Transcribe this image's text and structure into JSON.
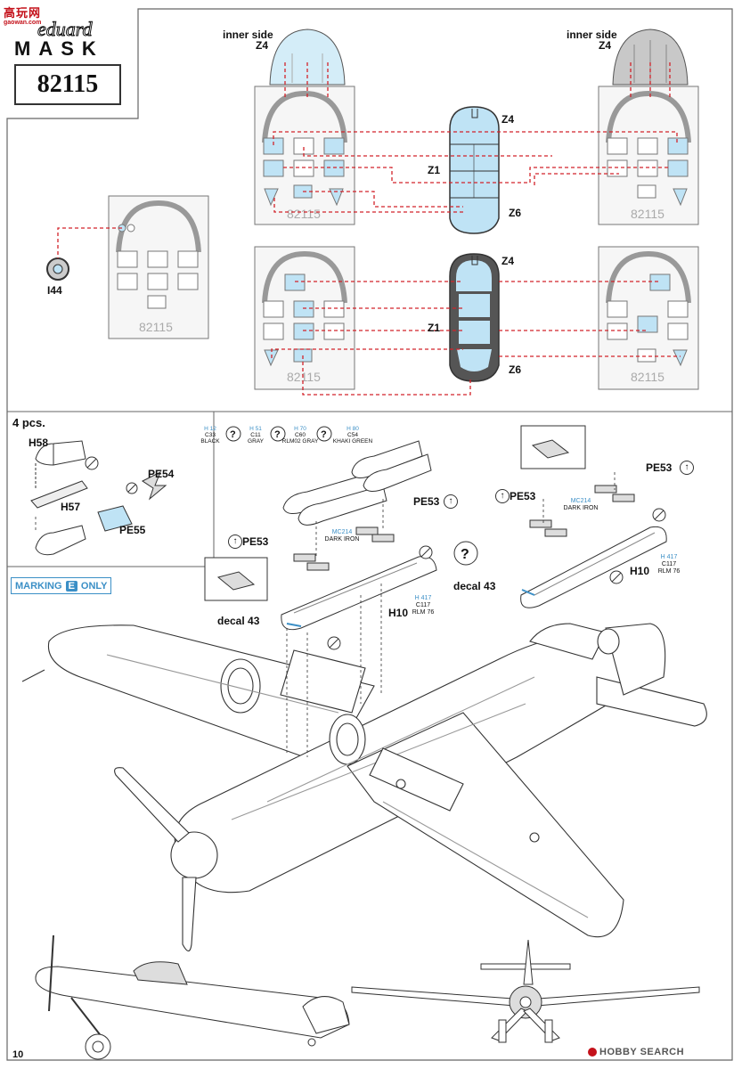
{
  "watermark": {
    "site_title": "高玩网",
    "site_url": "gaowan.com"
  },
  "brand": {
    "eduard": "eduard",
    "mask": "MASK",
    "product_code": "82115"
  },
  "mask_sheet": {
    "inner_side_label_left": "inner side",
    "inner_side_label_right": "inner side",
    "part_z4_top_left": "Z4",
    "part_z4_top_right": "Z4",
    "part_z4_canopy_1": "Z4",
    "part_z1_canopy_1": "Z1",
    "part_z6_canopy_1": "Z6",
    "part_z4_canopy_2": "Z4",
    "part_z1_canopy_2": "Z1",
    "part_z6_canopy_2": "Z6",
    "part_i44": "I44",
    "sheet_code": "82115"
  },
  "stores": {
    "quantity": "4 pcs.",
    "h58": "H58",
    "h57": "H57",
    "pe54": "PE54",
    "pe55": "PE55"
  },
  "paints": [
    {
      "h": "H 12",
      "c": "C33",
      "name": "BLACK"
    },
    {
      "h": "H 51",
      "c": "C11",
      "name": "GRAY"
    },
    {
      "h": "H 70",
      "c": "C60",
      "name": "RLM02 GRAY"
    },
    {
      "h": "H 80",
      "c": "C54",
      "name": "KHAKI GREEN"
    }
  ],
  "rack_left": {
    "pe53_a": "PE53",
    "pe53_b": "PE53",
    "mc_code": "MC214",
    "mc_name": "DARK IRON",
    "decal": "decal 43",
    "h10": "H10",
    "h_code": "H 417",
    "c_code": "C117",
    "rlm": "RLM 76"
  },
  "rack_right": {
    "pe53_a": "PE53",
    "pe53_b": "PE53",
    "mc_code": "MC214",
    "mc_name": "DARK IRON",
    "decal": "decal 43",
    "h10": "H10",
    "h_code": "H 417",
    "c_code": "C117",
    "rlm": "RLM 76"
  },
  "marking": {
    "prefix": "MARKING",
    "letter": "E",
    "suffix": "ONLY"
  },
  "footer": {
    "page_number": "10",
    "hobby_search": "HOBBY SEARCH"
  },
  "colors": {
    "accent": "#3b8fc6",
    "mask_fill": "#bfe3f5",
    "red_dash": "#d2232a",
    "dark_frame": "#555555"
  }
}
